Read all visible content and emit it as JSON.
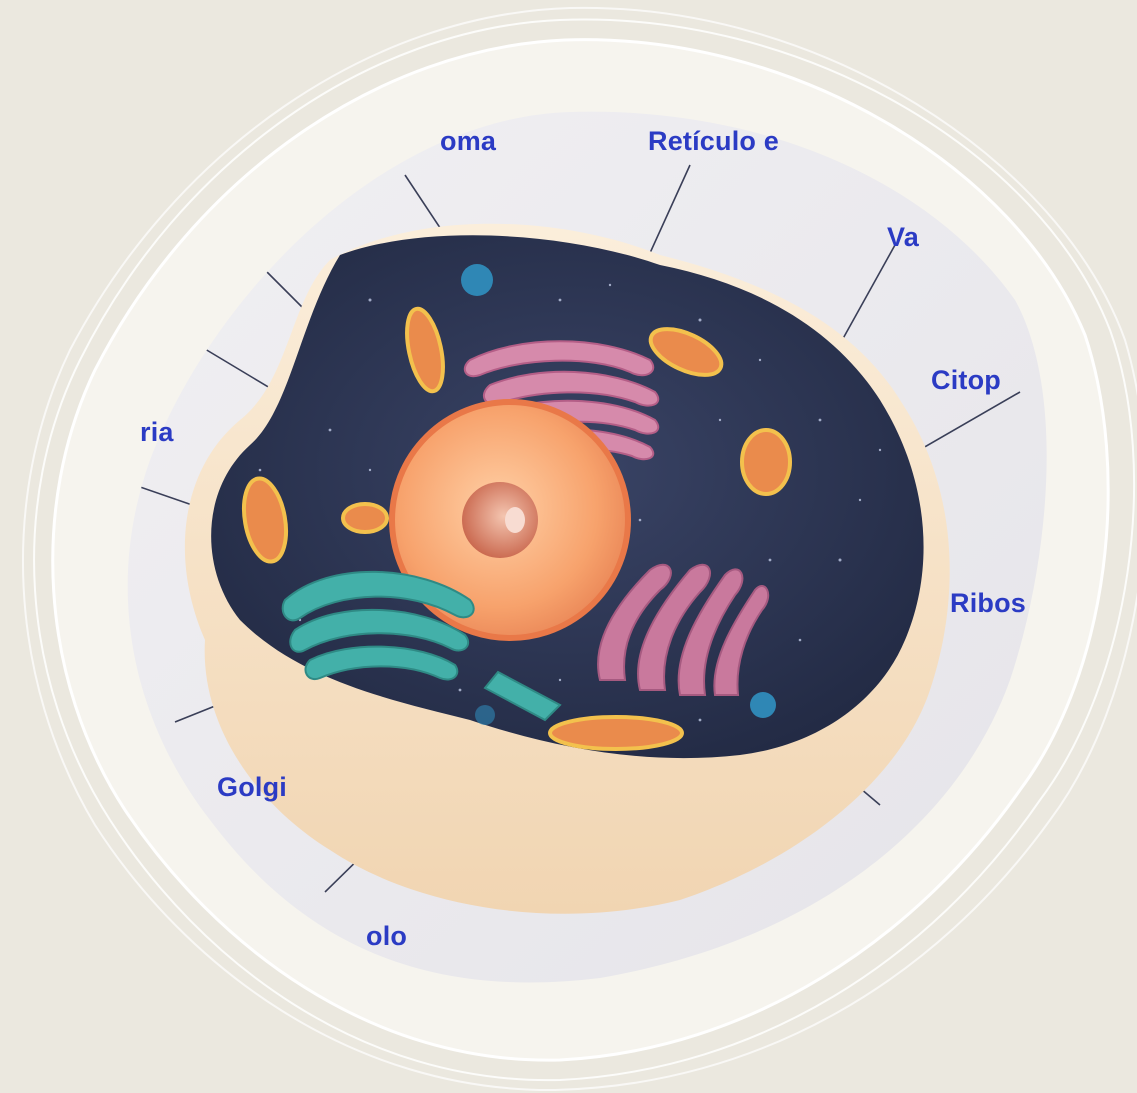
{
  "diagram": {
    "colors": {
      "background": "#ebe8df",
      "frame_fill": "#f6f4ee",
      "frame_stroke": "#ffffff",
      "label_text": "#2b3bc4",
      "leader_lines": "#3a3f58",
      "cytoplasm": "#2c3553",
      "cell_wall": "#f6e2c6",
      "nucleus": "#f6a56d",
      "golgi": "#3fa7a0",
      "reticulum": "#d97ba4",
      "mitochondria": "#e98b4c"
    },
    "labels": {
      "top_left_partial": "oma",
      "top_center": "Retículo e",
      "top_right_partial": "Va",
      "right_upper": "Citop",
      "left_partial": "ria",
      "right_lower": "Ribos",
      "bottom_left": "Golgi",
      "bottom_partial": "olo"
    },
    "icons": {
      "cell": "animal-cell-3d-model",
      "frame": "rounded-blob-frame"
    }
  }
}
